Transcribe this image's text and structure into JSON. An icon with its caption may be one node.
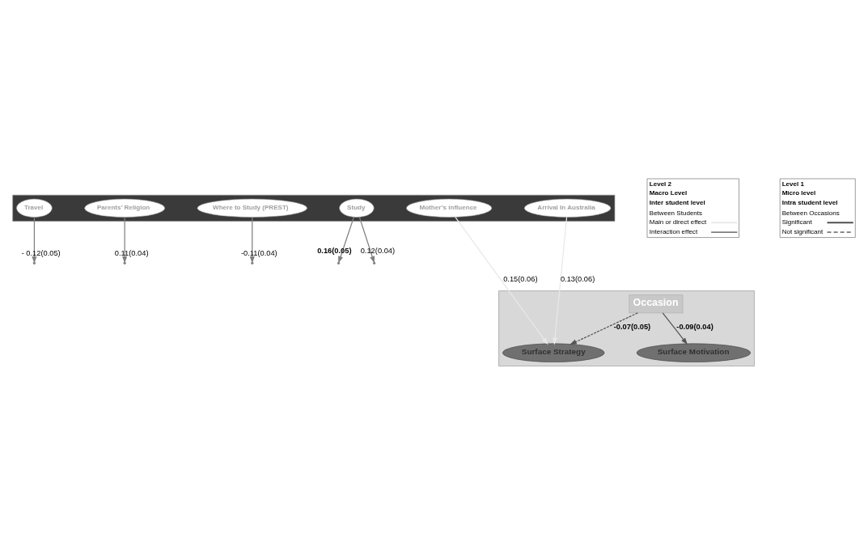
{
  "diagram": {
    "nodes": [
      {
        "text": [],
        "shape": "parallelogram"
      },
      {
        "text": [
          "Travel"
        ],
        "in": 0
      },
      {
        "text": [
          "Parents’ Religion"
        ],
        "in": 0
      },
      {
        "text": [
          "Where to Study (PREST)"
        ],
        "in": 0
      },
      {
        "text": [
          "Study"
        ],
        "in": 0
      },
      {
        "text": [
          "Mother’s influence"
        ],
        "in": 0
      },
      {
        "text": [
          "Arrival In Australia"
        ],
        "in": 0
      },
      {
        "text": [],
        "shape": "parallelogram"
      },
      {
        "text": [
          "Occasion"
        ],
        "in": 7
      },
      {
        "text": [
          "Surface Motivation"
        ],
        "in": 7
      },
      {
        "text": [
          "Surface Strategy"
        ],
        "in": 7
      }
    ],
    "edges": [
      {
        "from": 1,
        "to": null,
        "arrow": "to",
        "label": "- 0.12(0.05)"
      },
      {
        "from": 2,
        "to": null,
        "arrow": "to",
        "label": "0.11(0.04)"
      },
      {
        "from": 3,
        "to": null,
        "arrow": "to",
        "label": "-0.11(0.04)"
      },
      {
        "from": 4,
        "to": null,
        "arrow": "to",
        "label": "0.16(0.05)"
      },
      {
        "from": 4,
        "to": null,
        "arrow": "to",
        "label": "0.12(0.04)"
      },
      {
        "from": 5,
        "to": 10,
        "arrow": "to",
        "label": "0.15(0.06)",
        "color": "#e8e8e8"
      },
      {
        "from": 6,
        "to": 10,
        "arrow": "to",
        "label": "0.13(0.06)",
        "color": "#e8e8e8"
      },
      {
        "from": 8,
        "to": 9,
        "arrow": "to",
        "label": "-0.09(0.04)",
        "color": "#555555"
      },
      {
        "from": 8,
        "to": 10,
        "arrow": "to",
        "label": "-0.07(0.05)",
        "style": "dashed",
        "color": "#555555"
      }
    ],
    "labels": [
      "Level 2",
      "Macro Level",
      "Inter student level",
      "Between Students",
      "Level 1",
      "Micro level",
      "Intra student level",
      "Between Occasions"
    ],
    "legend": [
      {
        "text": "Main or direct effect"
      },
      {
        "text": "Interaction effect"
      },
      {
        "text": "Significant"
      },
      {
        "text": "Not significant"
      }
    ]
  }
}
